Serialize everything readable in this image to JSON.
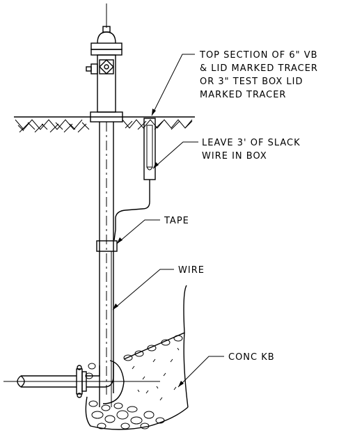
{
  "callouts": {
    "valve_box": {
      "line1": "TOP SECTION OF 6\" VB",
      "line2": "& LID MARKED TRACER",
      "line3": "OR 3\" TEST BOX LID",
      "line4": "MARKED TRACER"
    },
    "slack": {
      "line1": "LEAVE 3' OF SLACK",
      "line2": "WIRE IN BOX"
    },
    "tape": "TAPE",
    "wire": "WIRE",
    "conc_kb": "CONC KB"
  },
  "colors": {
    "ink": "#000000",
    "paper": "#ffffff"
  }
}
